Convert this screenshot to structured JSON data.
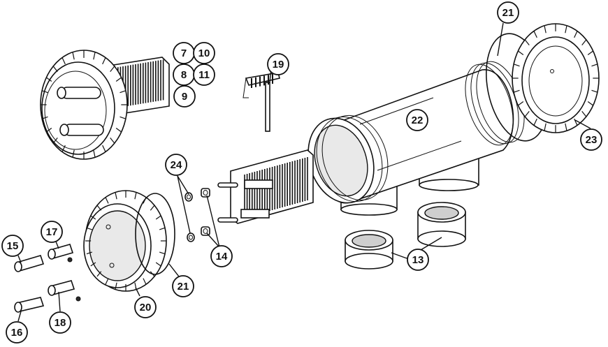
{
  "diagram": {
    "callouts": [
      {
        "id": "c7",
        "label": "7"
      },
      {
        "id": "c10",
        "label": "10"
      },
      {
        "id": "c8",
        "label": "8"
      },
      {
        "id": "c11",
        "label": "11"
      },
      {
        "id": "c9",
        "label": "9"
      },
      {
        "id": "c19",
        "label": "19"
      },
      {
        "id": "c21a",
        "label": "21"
      },
      {
        "id": "c22",
        "label": "22"
      },
      {
        "id": "c23",
        "label": "23"
      },
      {
        "id": "c24",
        "label": "24"
      },
      {
        "id": "c14",
        "label": "14"
      },
      {
        "id": "c13",
        "label": "13"
      },
      {
        "id": "c15",
        "label": "15"
      },
      {
        "id": "c17",
        "label": "17"
      },
      {
        "id": "c16",
        "label": "16"
      },
      {
        "id": "c18",
        "label": "18"
      },
      {
        "id": "c20",
        "label": "20"
      },
      {
        "id": "c21b",
        "label": "21"
      }
    ]
  }
}
